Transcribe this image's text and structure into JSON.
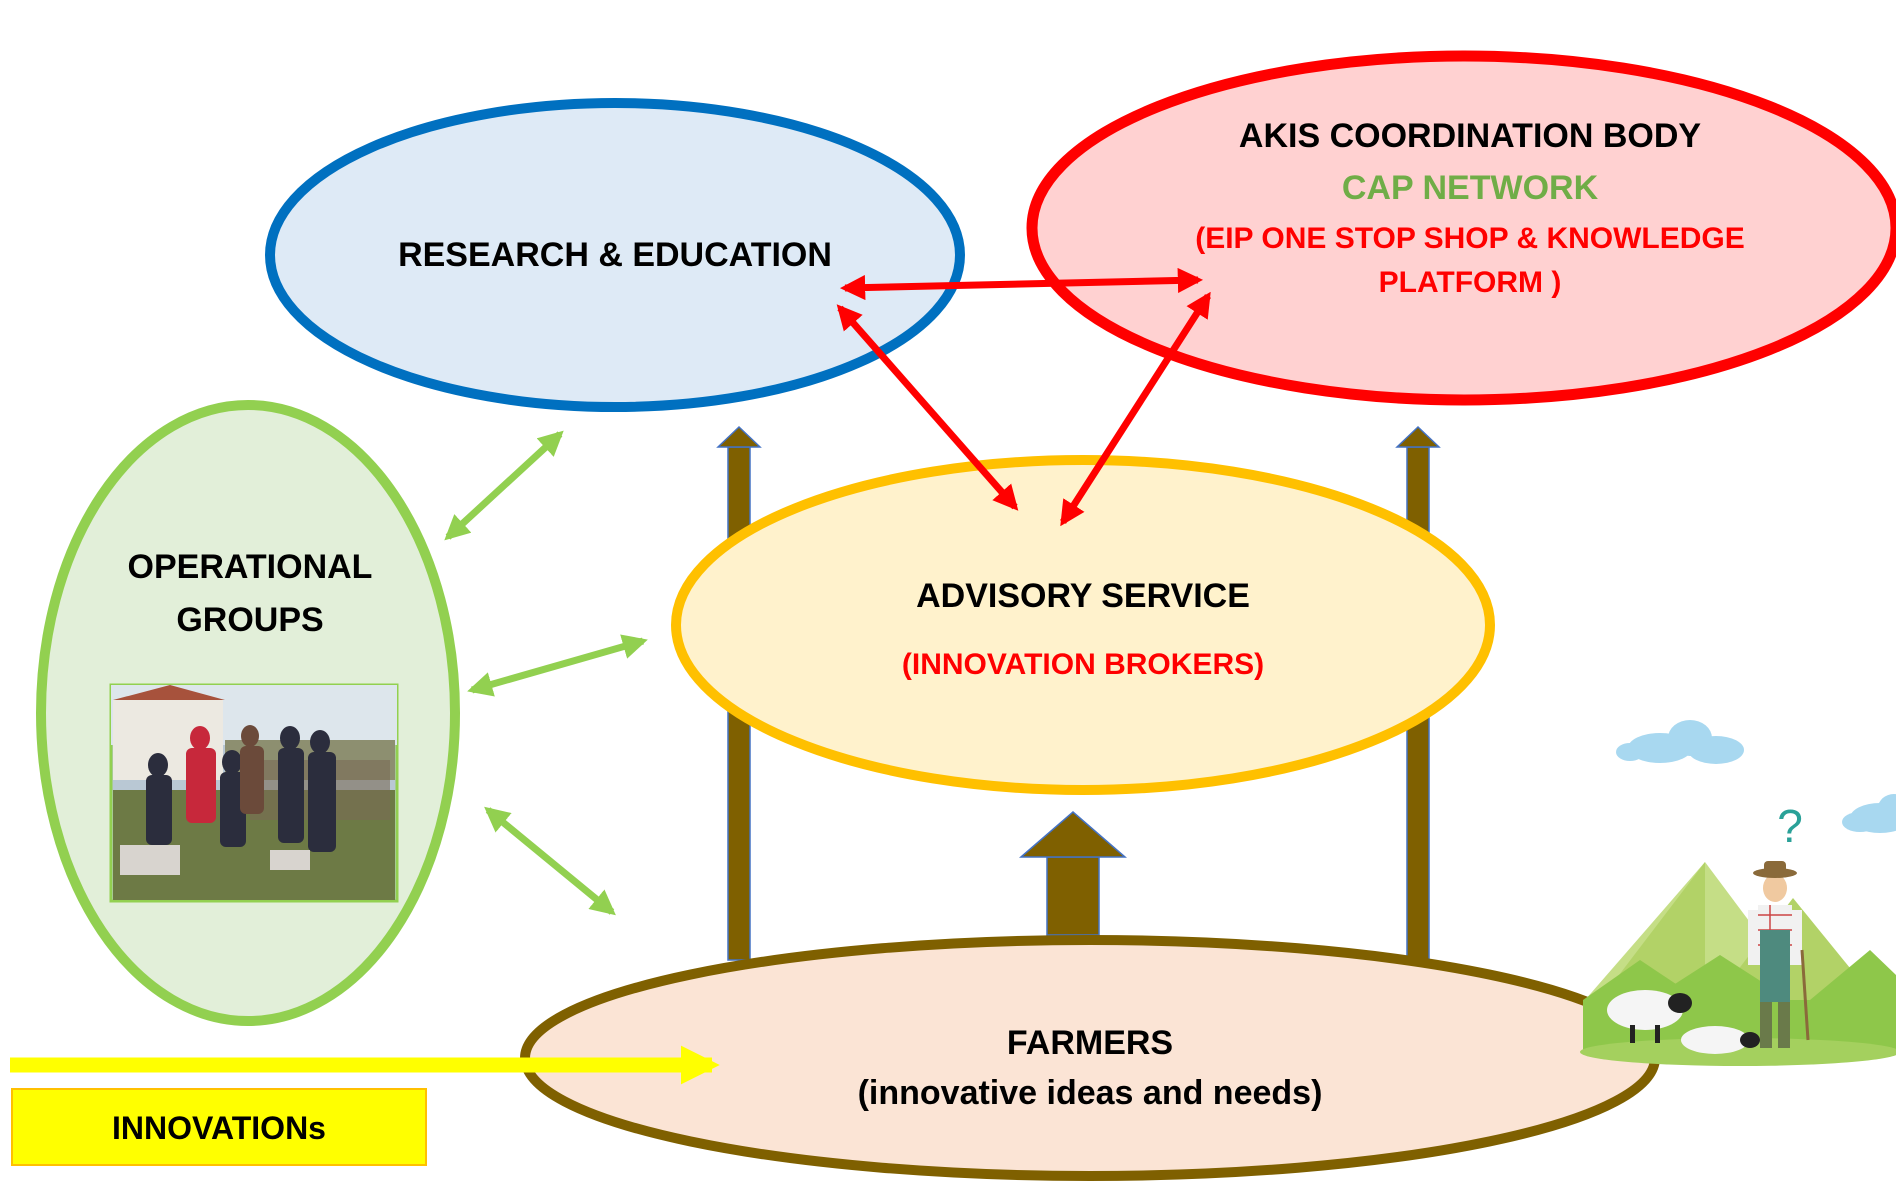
{
  "nodes": {
    "research": {
      "title": "RESEARCH & EDUCATION"
    },
    "akis": {
      "title": "AKIS COORDINATION BODY",
      "network": "CAP NETWORK",
      "platform_line1": "(EIP ONE STOP SHOP & KNOWLEDGE",
      "platform_line2": "PLATFORM )"
    },
    "operational": {
      "title_line1": "OPERATIONAL",
      "title_line2": "GROUPS"
    },
    "advisory": {
      "title": "ADVISORY SERVICE",
      "subtitle": "(INNOVATION BROKERS)"
    },
    "farmers": {
      "title": "FARMERS",
      "subtitle": "(innovative ideas and needs)"
    },
    "innovations": {
      "label": "INNOVATIONs"
    }
  },
  "decor": {
    "question_mark": "?"
  },
  "colors": {
    "research_stroke": "#0070C0",
    "research_fill": "#DEEAF6",
    "akis_stroke": "#FF0000",
    "akis_fill": "#FFD1D1",
    "operational_stroke": "#92D050",
    "operational_fill": "#E2EFD9",
    "advisory_stroke": "#FFC000",
    "advisory_fill": "#FFF2CC",
    "farmers_stroke": "#7F6000",
    "farmers_fill": "#FBE4D5",
    "green_text": "#70AD47",
    "red_text": "#FF0000",
    "red_arrow": "#FF0000",
    "green_arrow": "#92D050",
    "brown_arrow": "#7F6000",
    "yellow_arrow": "#FFFF00"
  }
}
